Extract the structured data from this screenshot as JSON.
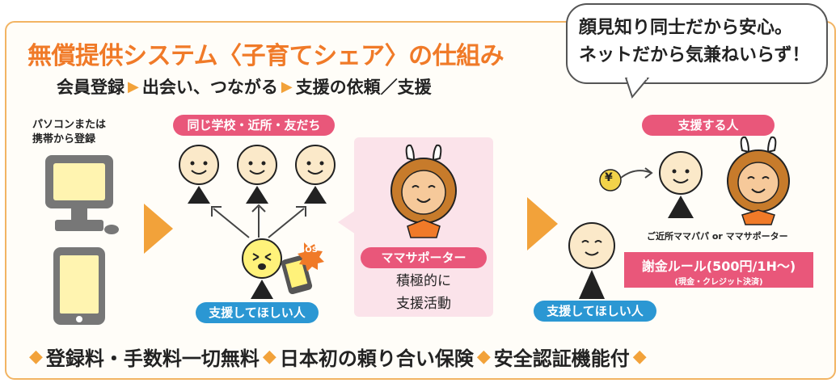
{
  "title": "無償提供システム〈子育てシェア〉の仕組み",
  "steps": [
    "会員登録",
    "出会い、つながる",
    "支援の依頼／支援"
  ],
  "speech_bubble": {
    "line1": "顔見知り同士だから安心。",
    "line2": "ネットだから気兼ねいらず！"
  },
  "register_note": {
    "line1": "パソコンまたは",
    "line2": "携帯から登録"
  },
  "labels": {
    "network": "同じ学校・近所・友だち",
    "requester_left": "支援してほしい人",
    "supporter_title": "支援する人",
    "requester_right": "支援してほしい人",
    "mama_supporter": "ママサポーター",
    "mama_desc1": "積極的に",
    "mama_desc2": "支援活動",
    "neighbor_or": "ご近所ママパパ or ママサポーター",
    "sos": "SOS",
    "yen": "¥"
  },
  "fee_rule": {
    "main": "謝金ルール(500円/1H〜)",
    "sub": "(現金・クレジット決済)"
  },
  "bottom_features": [
    "登録料・手数料一切無料",
    "日本初の頼り合い保険",
    "安全認証機能付"
  ],
  "colors": {
    "frame": "#f2b463",
    "title": "#f07a28",
    "pink": "#e9577a",
    "blue": "#2b97d3",
    "arrow": "#f2a23a"
  }
}
